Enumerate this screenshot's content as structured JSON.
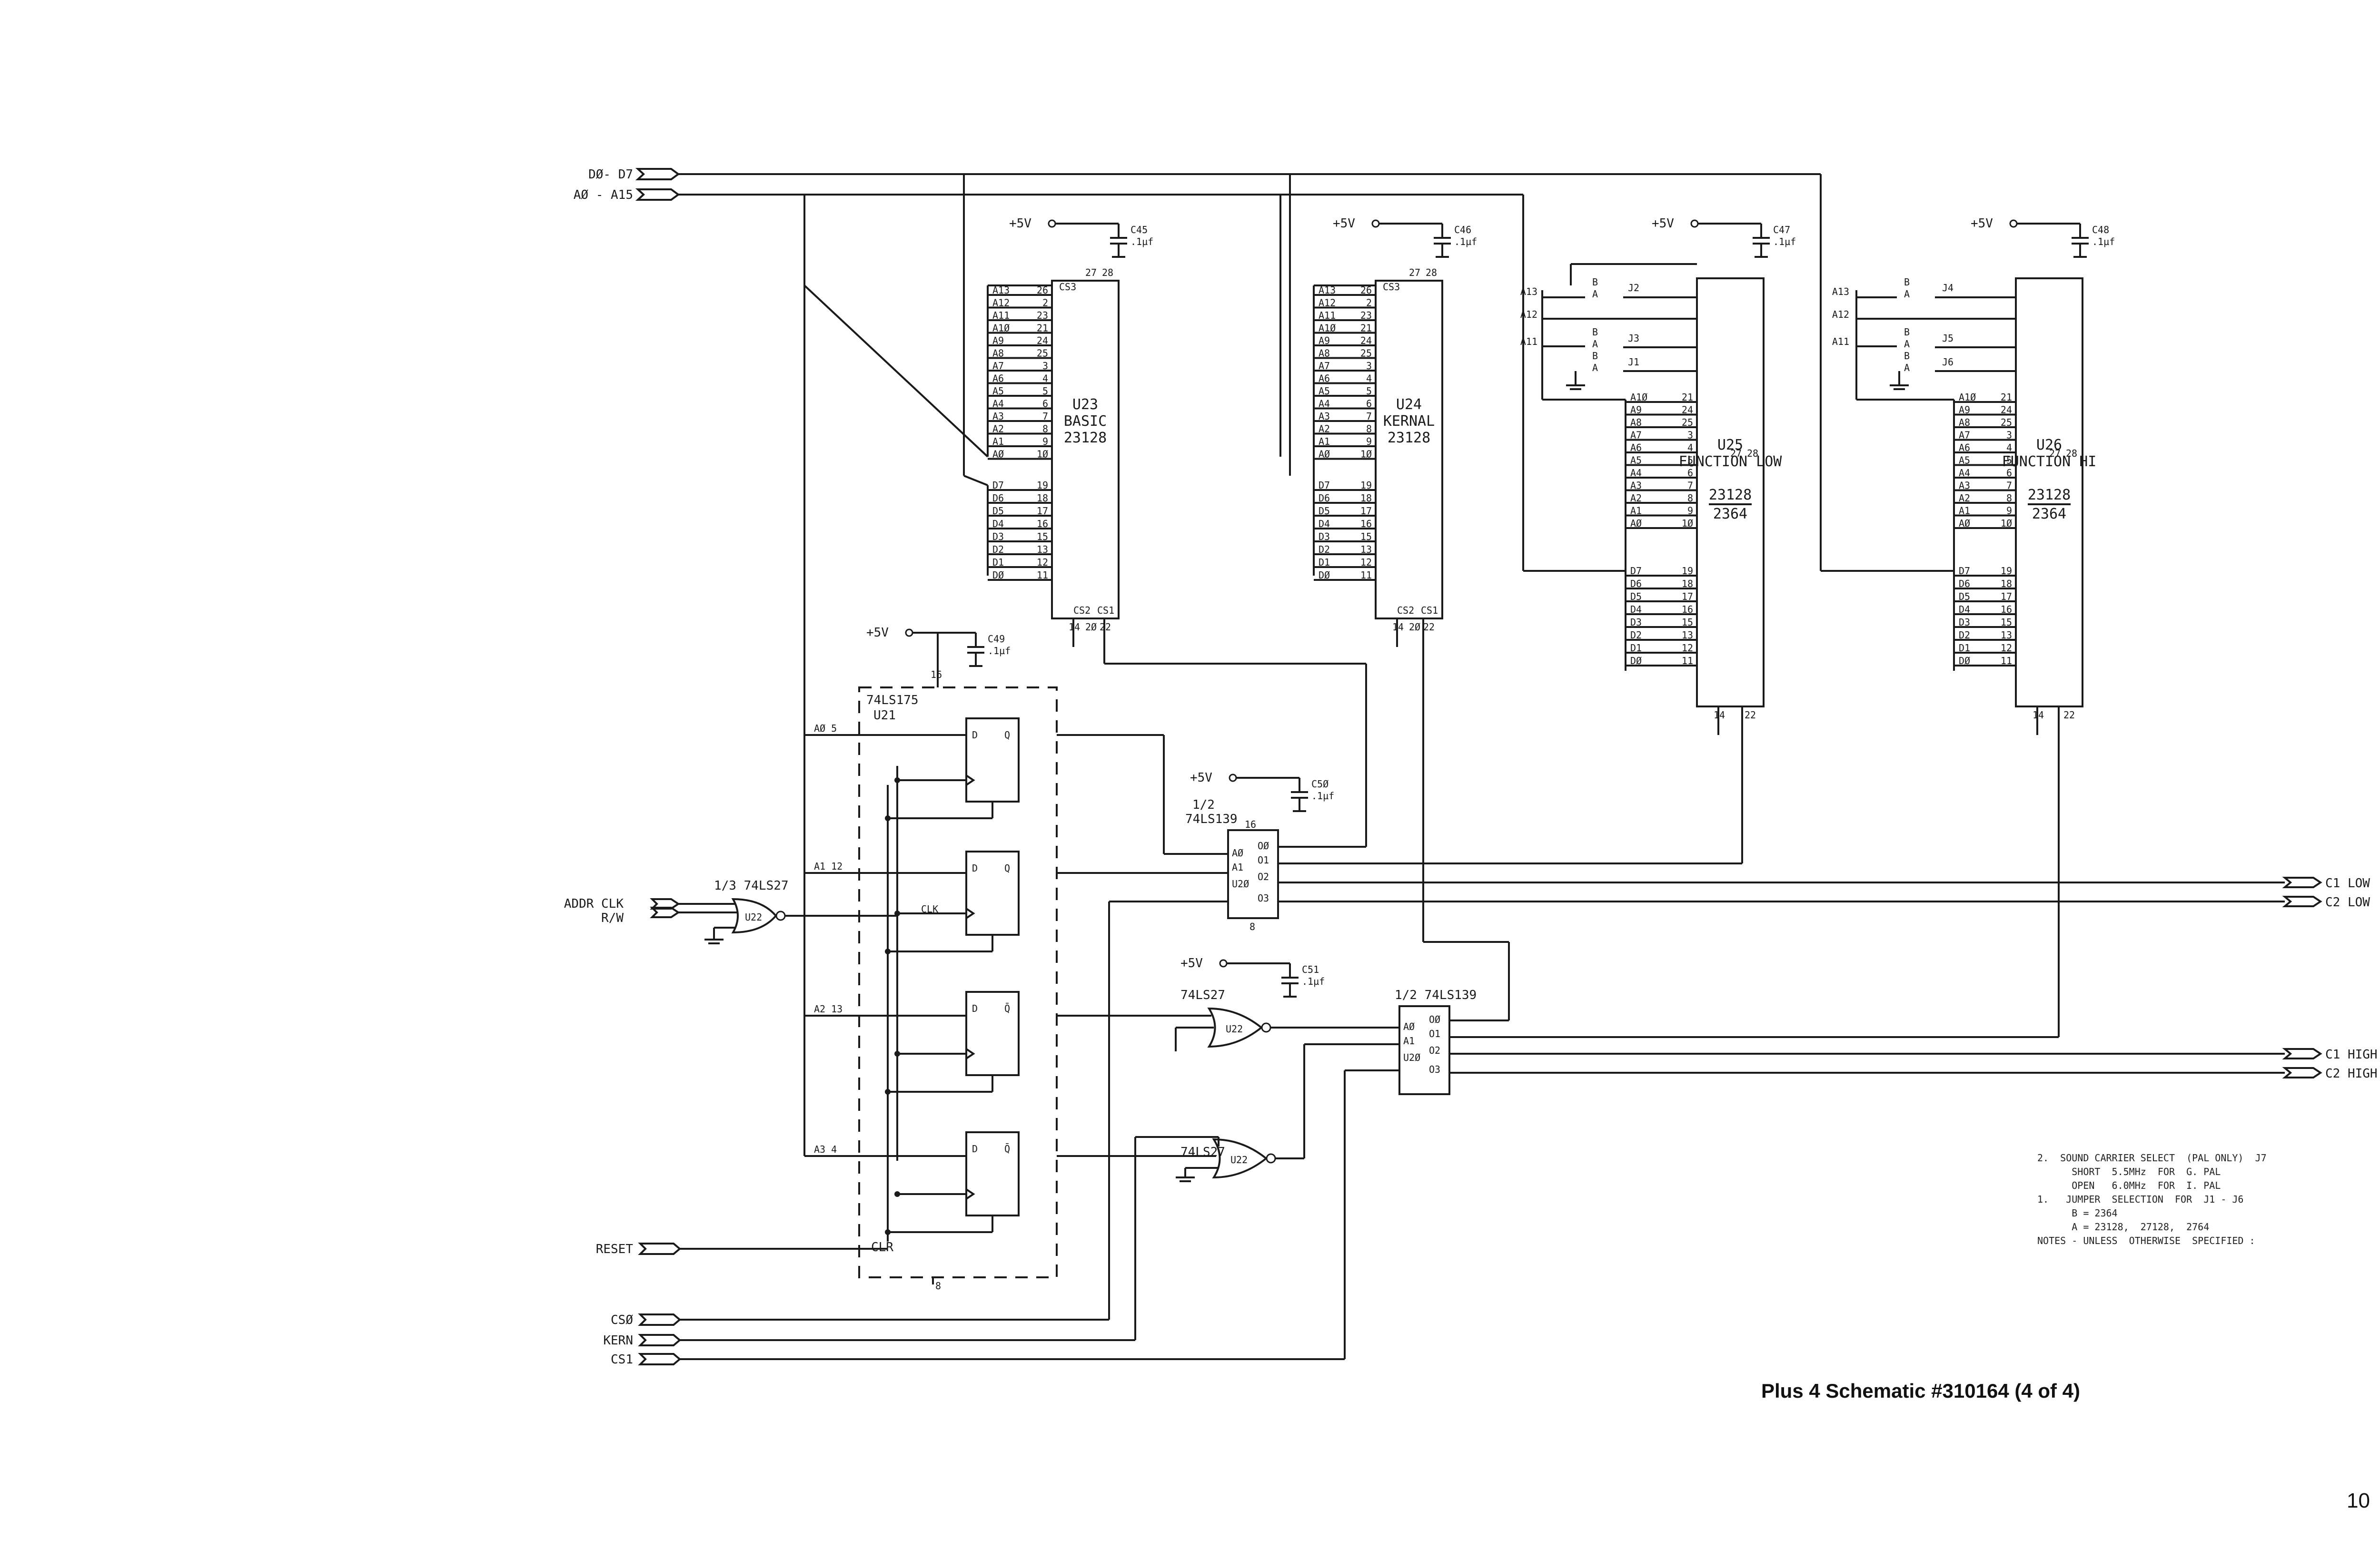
{
  "caption": "Plus 4 Schematic #310164 (4 of 4)",
  "page_number": "10",
  "buses": {
    "data_bus": "DØ- D7",
    "addr_bus": "AØ - A15"
  },
  "left_signals": {
    "addr_clk": "ADDR CLK",
    "rw": "R/W",
    "reset": "RESET",
    "cs0": "CSØ",
    "kern": "KERN",
    "cs1": "CS1"
  },
  "right_signals": {
    "c1_low": "C1 LOW",
    "c2_low": "C2 LOW",
    "c1_high": "C1 HIGH",
    "c2_high": "C2 HIGH"
  },
  "power": "+5V",
  "caps": [
    {
      "name": "C45",
      "value": ".1µf"
    },
    {
      "name": "C46",
      "value": ".1µf"
    },
    {
      "name": "C47",
      "value": ".1µf"
    },
    {
      "name": "C48",
      "value": ".1µf"
    },
    {
      "name": "C49",
      "value": ".1µf"
    },
    {
      "name": "C5Ø",
      "value": ".1µf"
    },
    {
      "name": "C51",
      "value": ".1µf"
    }
  ],
  "roms": [
    {
      "ref": "U23",
      "func": "BASIC",
      "part": "23128",
      "part2": ""
    },
    {
      "ref": "U24",
      "func": "KERNAL",
      "part": "23128",
      "part2": ""
    },
    {
      "ref": "U25",
      "func": "FUNCTION LOW",
      "part": "23128",
      "part2": "2364"
    },
    {
      "ref": "U26",
      "func": "FUNCTION HI",
      "part": "23128",
      "part2": "2364"
    }
  ],
  "rom_addr_pins": [
    {
      "sig": "A13",
      "pin": "26"
    },
    {
      "sig": "A12",
      "pin": "2"
    },
    {
      "sig": "A11",
      "pin": "23"
    },
    {
      "sig": "A1Ø",
      "pin": "21"
    },
    {
      "sig": "A9",
      "pin": "24"
    },
    {
      "sig": "A8",
      "pin": "25"
    },
    {
      "sig": "A7",
      "pin": "3"
    },
    {
      "sig": "A6",
      "pin": "4"
    },
    {
      "sig": "A5",
      "pin": "5"
    },
    {
      "sig": "A4",
      "pin": "6"
    },
    {
      "sig": "A3",
      "pin": "7"
    },
    {
      "sig": "A2",
      "pin": "8"
    },
    {
      "sig": "A1",
      "pin": "9"
    },
    {
      "sig": "AØ",
      "pin": "1Ø"
    }
  ],
  "rom_data_pins": [
    {
      "sig": "D7",
      "pin": "19"
    },
    {
      "sig": "D6",
      "pin": "18"
    },
    {
      "sig": "D5",
      "pin": "17"
    },
    {
      "sig": "D4",
      "pin": "16"
    },
    {
      "sig": "D3",
      "pin": "15"
    },
    {
      "sig": "D2",
      "pin": "13"
    },
    {
      "sig": "D1",
      "pin": "12"
    },
    {
      "sig": "DØ",
      "pin": "11"
    }
  ],
  "rom_pins": {
    "cs3": "CS3",
    "cs2": "CS2",
    "cs1": "CS1",
    "p27": "27",
    "p28": "28",
    "p14": "14",
    "p20": "2Ø",
    "p22": "22"
  },
  "jumpers": {
    "j4": "J4",
    "j5": "J5",
    "j6": "J6",
    "j2": "J2",
    "j3": "J3",
    "j1": "J1",
    "b": "B",
    "a": "A"
  },
  "u21": {
    "part": "74LS175",
    "ref": "U21",
    "d": "D",
    "q": "Q",
    "qbar": "Q̄",
    "clk": "CLK",
    "clr": "CLR"
  },
  "u22_nor": {
    "part": "1/3 74LS27",
    "ref": "U22"
  },
  "u20a": {
    "part": "1/2 74LS139",
    "ref": "U2Ø"
  },
  "u20b": {
    "part": "1/2 74LS139",
    "ref": "U2Ø"
  },
  "gate_74ls27": "74LS27",
  "decoder_pins": {
    "a0": "AØ",
    "a1": "A1",
    "o0": "OØ",
    "o1": "O1",
    "o2": "O2",
    "o3": "O3"
  },
  "notes": [
    "2.  SOUND CARRIER SELECT  (PAL ONLY)  J7",
    "      SHORT  5.5MHz  FOR  G. PAL",
    "      OPEN   6.0MHz  FOR  I. PAL",
    "1.   JUMPER  SELECTION  FOR  J1 - J6",
    "      B = 2364",
    "      A = 23128,  27128,  2764",
    "NOTES - UNLESS  OTHERWISE  SPECIFIED :"
  ]
}
